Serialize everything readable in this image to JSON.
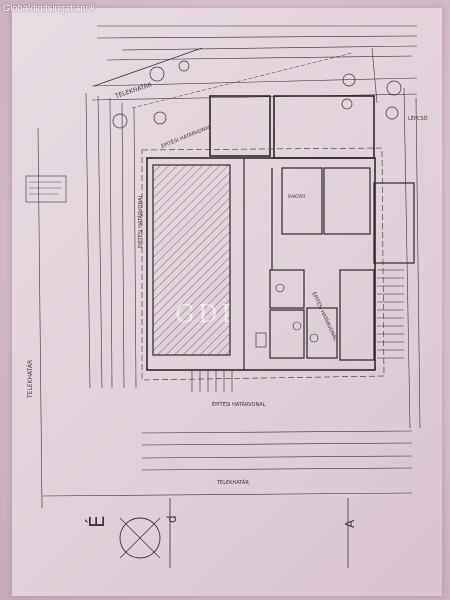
{
  "caption": "Globaldigitsingatlanok",
  "watermark": "GDI",
  "labels": {
    "lot_boundary_top": "TELEKHATÁR",
    "lot_boundary_left": "TELEKHATÁR",
    "lot_boundary_bottom": "TELEKHATÁR",
    "building_line_top": "ÉPÍTÉSI HATÁRVONAL",
    "building_line_left": "ÉPÍTÉSI HATÁRVONAL",
    "building_line_bottom": "ÉPÍTÉSI HATÁRVONAL",
    "building_line_right": "ÉPÍTÉSI HATÁRVONAL",
    "stair": "LÉPCSŐ",
    "room_raktar": "RAKTÁR",
    "north": "É",
    "axis_d": "d",
    "axis_a": "A"
  },
  "colors": {
    "background": "#cfb4c4",
    "paper": "#e6d8e0",
    "ink": "#3b3136",
    "caption": "#ffffff"
  }
}
